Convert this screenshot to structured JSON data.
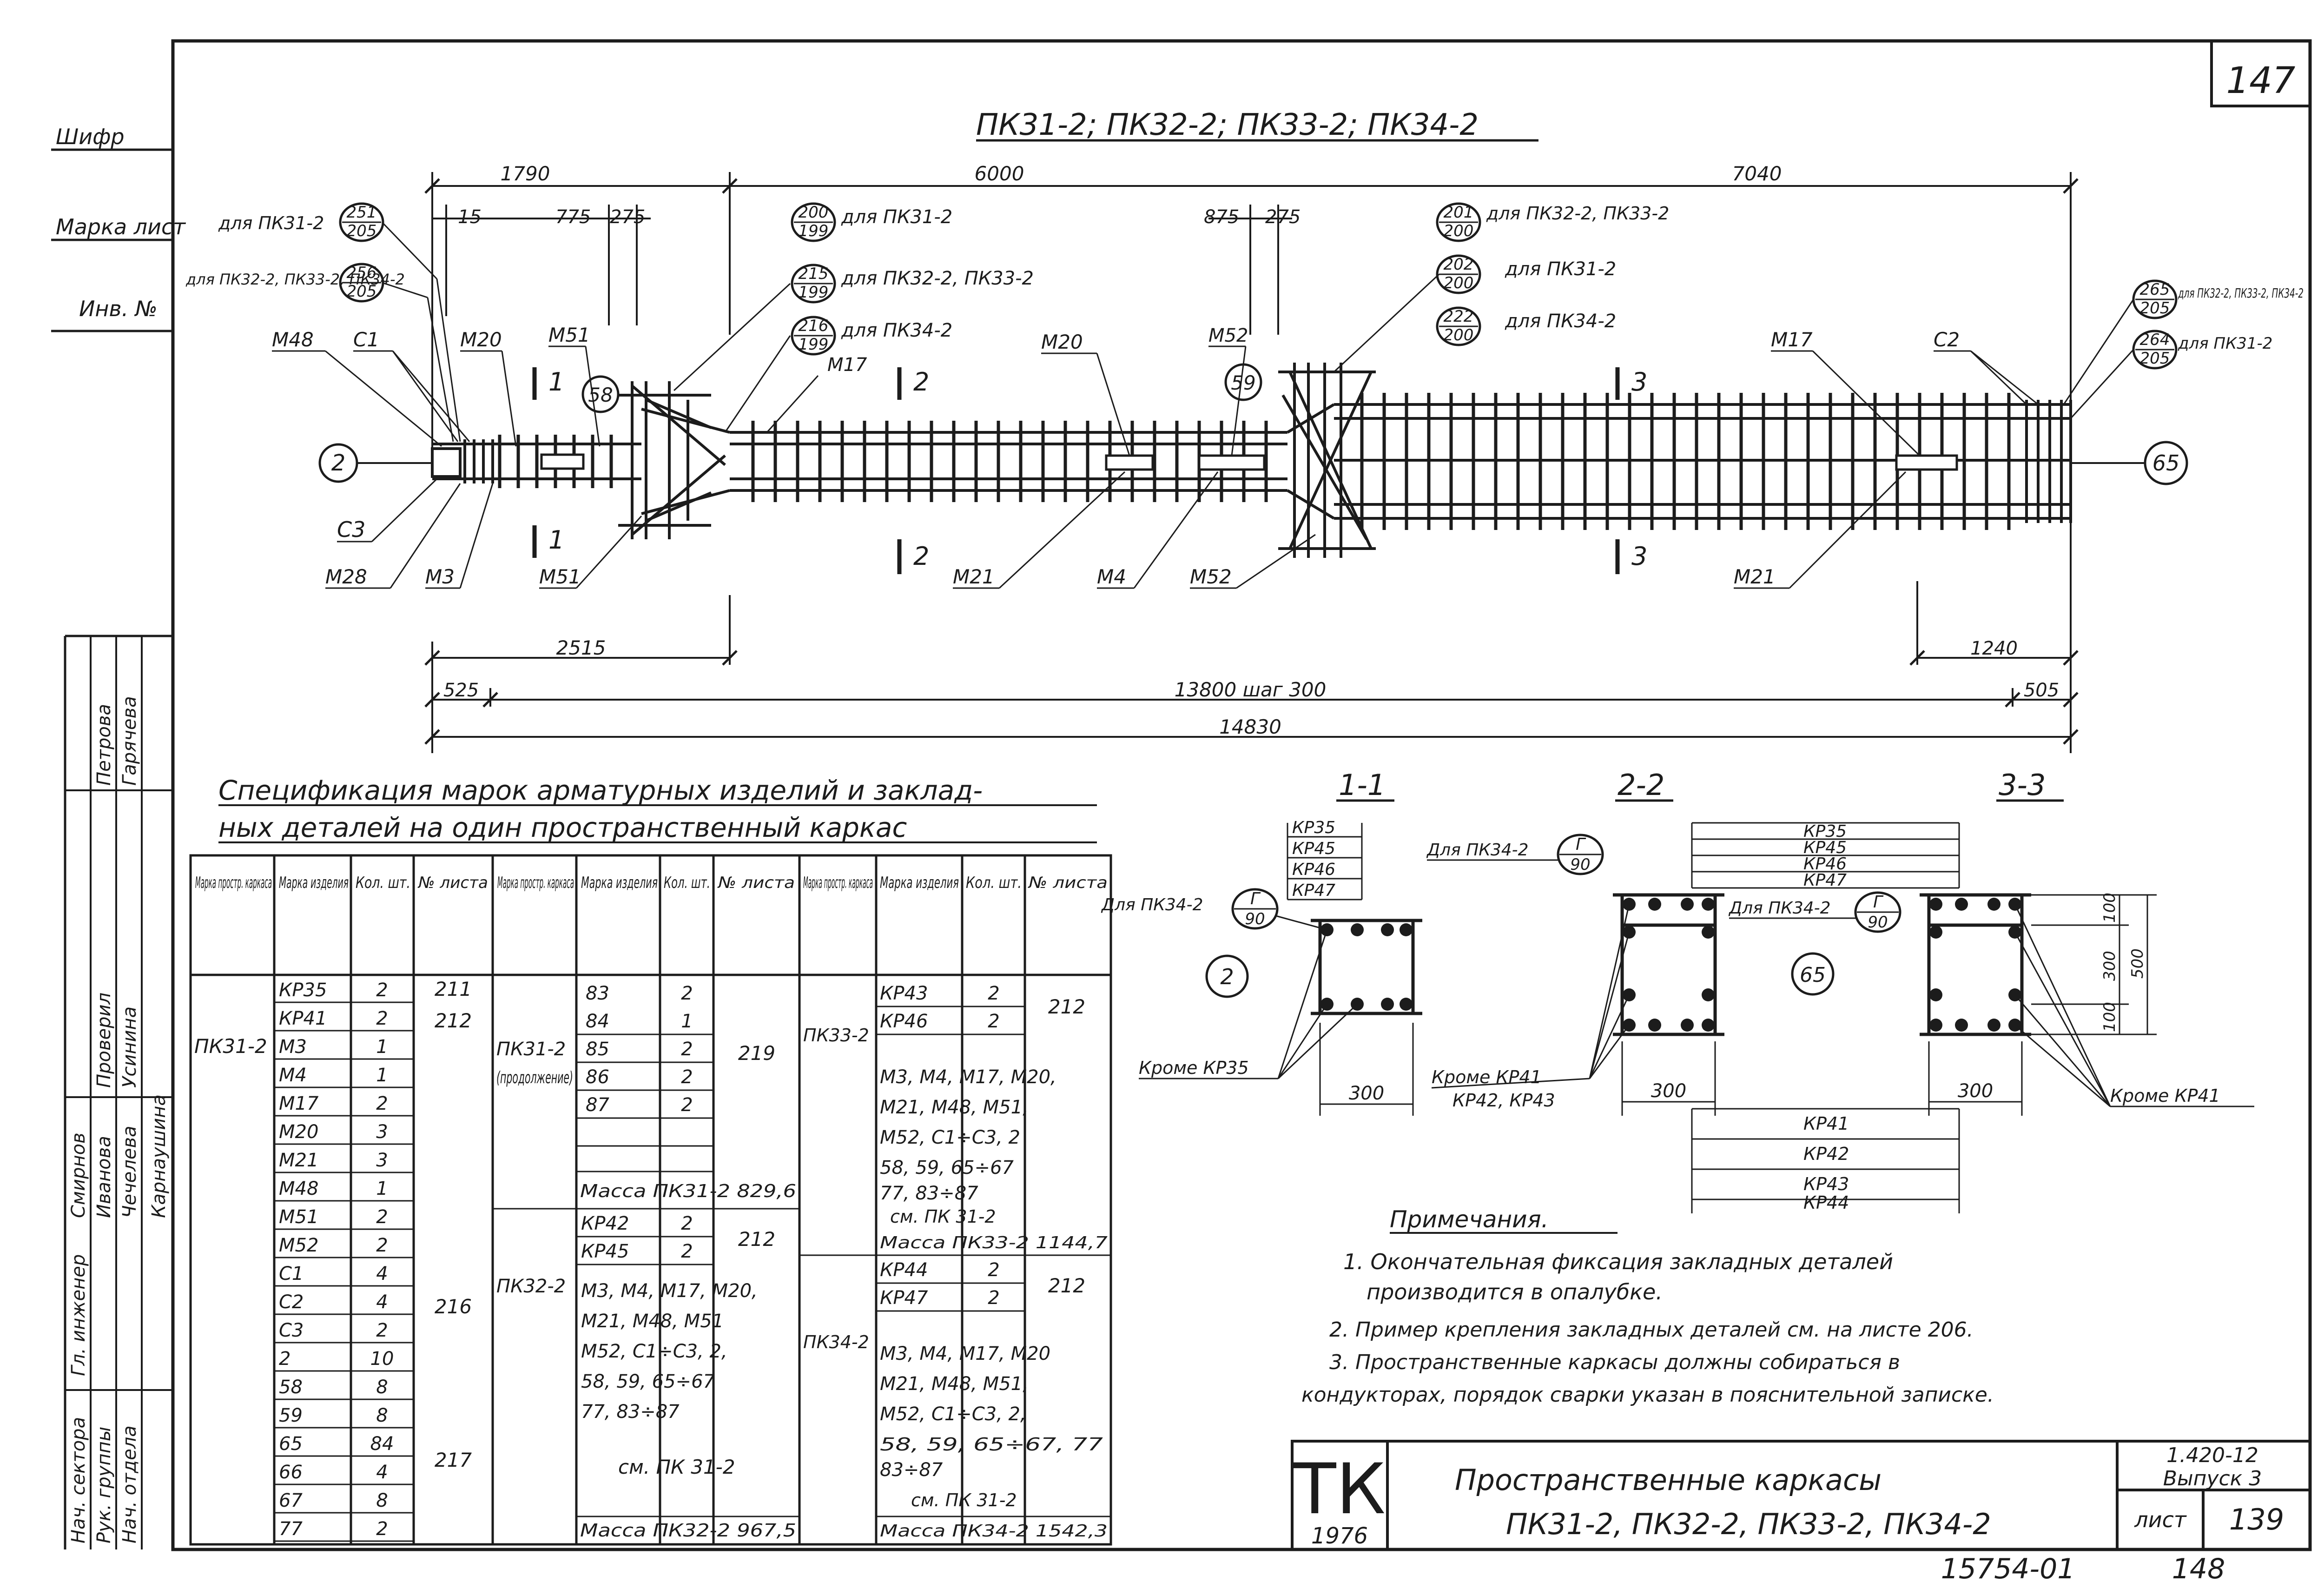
{
  "sheet": {
    "corner_number": "147",
    "top_title": "ПК31-2; ПК32-2; ПК33-2; ПК34-2",
    "bottom_serial": "15754-01",
    "bottom_page": "148"
  },
  "left_strip": {
    "labels_top": [
      "Шифр",
      "Марка лист",
      "Инв. №"
    ],
    "signature_roles": [
      "Нач. сектора",
      "Рук. группы",
      "Нач. отдела",
      "Гл. инженер"
    ],
    "signature_names": [
      "Смирнов",
      "Чечелева",
      "Карнаушина",
      "Петрова",
      "Гарячева",
      "Иванова",
      "Усинина"
    ],
    "check_labels": [
      "Проверил"
    ]
  },
  "elevation": {
    "dims_top": {
      "d6000": "6000",
      "d7040": "7040",
      "d1790": "1790",
      "d15": "15",
      "d775": "775",
      "d275a": "275",
      "d875": "875",
      "d275b": "275"
    },
    "dims_bottom": {
      "d2515": "2515",
      "d525": "525",
      "d13800": "13800 шаг 300",
      "d14830": "14830",
      "d1240": "1240",
      "d505": "505"
    },
    "axis_left": "2",
    "axis_right": "65",
    "bubbles": [
      {
        "num": "251",
        "den": "205",
        "note": "для ПК31-2"
      },
      {
        "num": "256",
        "den": "205",
        "note": "для ПК32-2, ПК33-2, ПК34-2"
      },
      {
        "num": "200",
        "den": "199",
        "note": "для ПК31-2"
      },
      {
        "num": "215",
        "den": "199",
        "note": "для ПК32-2, ПК33-2"
      },
      {
        "num": "216",
        "den": "199",
        "note": "для ПК34-2"
      },
      {
        "num": "201",
        "den": "200",
        "note": "для ПК32-2, ПК33-2"
      },
      {
        "num": "202",
        "den": "200",
        "note": "для ПК31-2"
      },
      {
        "num": "222",
        "den": "200",
        "note": "для ПК34-2"
      },
      {
        "num": "265",
        "den": "205",
        "note": "для ПК32-2, ПК33-2, ПК34-2"
      },
      {
        "num": "264",
        "den": "205",
        "note": "для ПК31-2"
      }
    ],
    "circles": [
      "58",
      "59"
    ],
    "leaders_top": [
      "М48",
      "С1",
      "М20",
      "М51",
      "М17",
      "М20",
      "М52",
      "М17",
      "С2"
    ],
    "leaders_bottom": [
      "С3",
      "М28",
      "М3",
      "М51",
      "М21",
      "М4",
      "М52",
      "М21"
    ],
    "section_marks": [
      "1",
      "2",
      "3"
    ]
  },
  "spec": {
    "title_line1": "Спецификация марок арматурных изделий и заклад-",
    "title_line2": "ных деталей на один пространственный каркас",
    "headers": [
      "Марка простр. каркаса",
      "Марка изделия",
      "Кол. шт.",
      "№ листа"
    ],
    "col1": {
      "frame": "ПК31-2",
      "rows": [
        [
          "КР35",
          "2",
          "211"
        ],
        [
          "КР41",
          "2",
          "212"
        ],
        [
          "М3",
          "1",
          ""
        ],
        [
          "М4",
          "1",
          ""
        ],
        [
          "М17",
          "2",
          ""
        ],
        [
          "М20",
          "3",
          ""
        ],
        [
          "М21",
          "3",
          ""
        ],
        [
          "М48",
          "1",
          ""
        ],
        [
          "М51",
          "2",
          ""
        ],
        [
          "М52",
          "2",
          ""
        ],
        [
          "С1",
          "4",
          ""
        ],
        [
          "С2",
          "4",
          "216"
        ],
        [
          "С3",
          "2",
          ""
        ],
        [
          "2",
          "10",
          ""
        ],
        [
          "58",
          "8",
          ""
        ],
        [
          "59",
          "8",
          ""
        ],
        [
          "65",
          "84",
          "217"
        ],
        [
          "66",
          "4",
          ""
        ],
        [
          "67",
          "8",
          ""
        ],
        [
          "77",
          "2",
          ""
        ]
      ]
    },
    "col2": {
      "frame_a": "ПК31-2",
      "frame_a_note": "(продолжение)",
      "rows_a": [
        [
          "83",
          "2"
        ],
        [
          "84",
          "1"
        ],
        [
          "85",
          "2"
        ],
        [
          "86",
          "2"
        ],
        [
          "87",
          "2"
        ]
      ],
      "sheet_a": "219",
      "mass_a": "Масса ПК31-2 829,6",
      "frame_b": "ПК32-2",
      "rows_b": [
        [
          "КР42",
          "2"
        ],
        [
          "КР45",
          "2"
        ]
      ],
      "sheet_b": "212",
      "list_b": [
        "М3, М4, М17, М20,",
        "М21, М48, М51",
        "М52, С1÷С3, 2,",
        "58, 59, 65÷67",
        "77, 83÷87"
      ],
      "ref_b": "см. ПК 31-2",
      "mass_b": "Масса ПК32-2 967,5"
    },
    "col3": {
      "frame_a": "ПК33-2",
      "rows_a": [
        [
          "КР43",
          "2"
        ],
        [
          "КР46",
          "2"
        ]
      ],
      "sheet_a": "212",
      "list_a": [
        "М3, М4, М17, М20,",
        "М21, М48, М51,",
        "М52, С1÷С3, 2",
        "58, 59, 65÷67",
        "77, 83÷87"
      ],
      "ref_a": "см. ПК 31-2",
      "mass_a": "Масса ПК33-2 1144,7",
      "frame_b": "ПК34-2",
      "rows_b": [
        [
          "КР44",
          "2"
        ],
        [
          "КР47",
          "2"
        ]
      ],
      "sheet_b": "212",
      "list_b": [
        "М3, М4, М17, М20",
        "М21, М48, М51,",
        "М52, С1÷С3, 2,",
        "58, 59, 65÷67, 77",
        "83÷87"
      ],
      "ref_b": "см. ПК 31-2",
      "mass_b": "Масса ПК34-2 1542,3"
    }
  },
  "sections": {
    "s11": {
      "title": "1-1",
      "frames": [
        "КР35",
        "КР45",
        "КР46",
        "КР47"
      ],
      "note": "Для ПК34-2",
      "bubble_num": "Г",
      "bubble_den": "90",
      "axis": "2",
      "except": "Кроме КР35",
      "dim": "300"
    },
    "s22": {
      "title": "2-2",
      "note": "Для ПК34-2",
      "bubble_num": "Г",
      "bubble_den": "90",
      "except1": "Кроме КР41",
      "except2": "КР42, КР43",
      "dim": "300"
    },
    "s33": {
      "title": "3-3",
      "note": "Для ПК34-2",
      "bubble_num": "Г",
      "bubble_den": "90",
      "axis": "65",
      "except": "Кроме КР41",
      "dim": "300",
      "dim_h1": "100",
      "dim_h2": "300",
      "dim_h3": "100",
      "dim_total": "500"
    },
    "frames_top": [
      "КР35",
      "КР45",
      "КР46",
      "КР47"
    ],
    "frames_bottom": [
      "КР41",
      "КР42",
      "КР43",
      "КР44"
    ]
  },
  "notes": {
    "title": "Примечания.",
    "lines": [
      "1. Окончательная фиксация закладных деталей",
      "производится в опалубке.",
      "2. Пример крепления закладных деталей см. на листе 206.",
      "3. Пространственные каркасы должны собираться в",
      "кондукторах, порядок сварки указан в пояснительной записке."
    ]
  },
  "title_block": {
    "logo": "ТК",
    "year": "1976",
    "title1": "Пространственные каркасы",
    "title2": "ПК31-2, ПК32-2, ПК33-2, ПК34-2",
    "series": "1.420-12",
    "issue": "Выпуск 3",
    "sheet_label": "лист",
    "sheet_no": "139"
  }
}
